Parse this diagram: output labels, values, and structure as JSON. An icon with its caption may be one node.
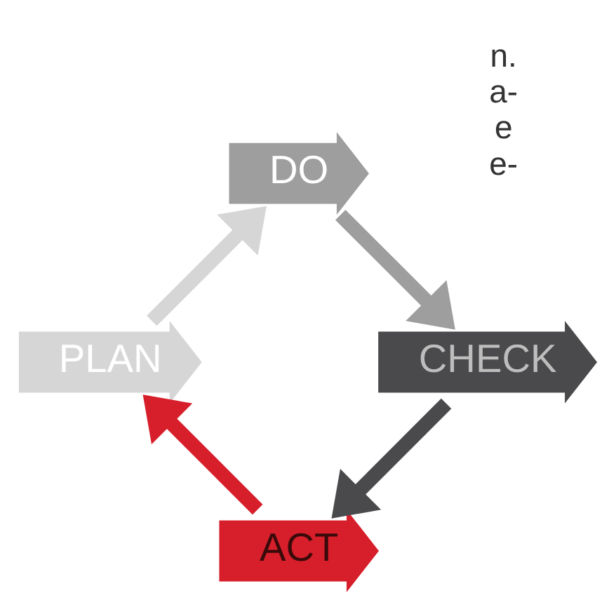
{
  "diagram": {
    "nodes": [
      {
        "text": [
          "ACT"
        ]
      },
      {
        "text": [
          "PLAN"
        ]
      },
      {
        "text": [
          "DO"
        ]
      },
      {
        "text": [
          "CHECK"
        ]
      }
    ],
    "edges": [
      {
        "from": 0,
        "to": 1,
        "arrow": "to",
        "color": "#d71f2b"
      },
      {
        "from": 1,
        "to": 2,
        "arrow": "to",
        "color": "#d6d6d6"
      },
      {
        "from": 2,
        "to": 3,
        "arrow": "to",
        "color": "#9e9e9e"
      },
      {
        "from": 3,
        "to": 0,
        "arrow": "to",
        "color": "#4a4a4c"
      }
    ],
    "labels": [
      "n.",
      "a-",
      "e",
      "e-"
    ]
  }
}
